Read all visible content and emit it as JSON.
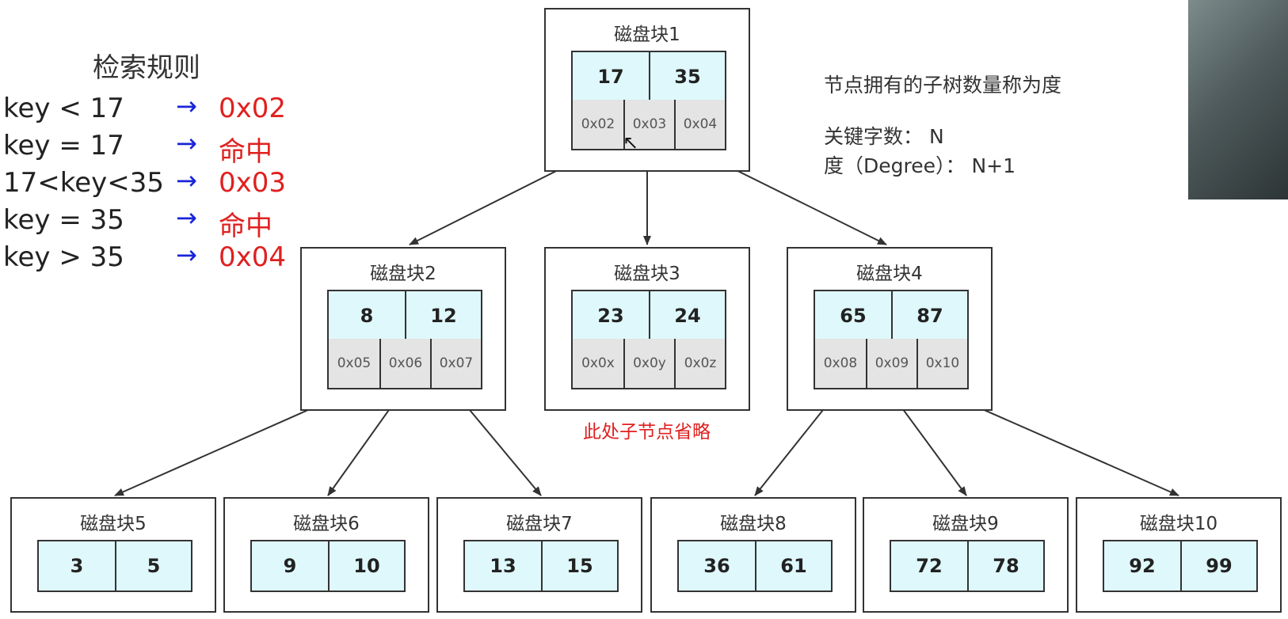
{
  "rules": {
    "title": "检索规则",
    "items": [
      {
        "cond": "key < 17",
        "arrow": "→",
        "result": "0x02"
      },
      {
        "cond": "key = 17",
        "arrow": "→",
        "result": "命中"
      },
      {
        "cond": "17<key<35",
        "arrow": "→",
        "result": "0x03"
      },
      {
        "cond": "key = 35",
        "arrow": "→",
        "result": "命中"
      },
      {
        "cond": "key > 35",
        "arrow": "→",
        "result": "0x04"
      }
    ]
  },
  "notes": {
    "line1": "节点拥有的子树数量称为度",
    "line2": "关键字数： N",
    "line3": "度（Degree）： N+1"
  },
  "omitted_label": "此处子节点省略",
  "blocks": [
    {
      "title": "磁盘块1",
      "keys": [
        "17",
        "35"
      ],
      "pointers": [
        "0x02",
        "0x03",
        "0x04"
      ]
    },
    {
      "title": "磁盘块2",
      "keys": [
        "8",
        "12"
      ],
      "pointers": [
        "0x05",
        "0x06",
        "0x07"
      ]
    },
    {
      "title": "磁盘块3",
      "keys": [
        "23",
        "24"
      ],
      "pointers": [
        "0x0x",
        "0x0y",
        "0x0z"
      ]
    },
    {
      "title": "磁盘块4",
      "keys": [
        "65",
        "87"
      ],
      "pointers": [
        "0x08",
        "0x09",
        "0x10"
      ]
    },
    {
      "title": "磁盘块5",
      "keys": [
        "3",
        "5"
      ],
      "pointers": []
    },
    {
      "title": "磁盘块6",
      "keys": [
        "9",
        "10"
      ],
      "pointers": []
    },
    {
      "title": "磁盘块7",
      "keys": [
        "13",
        "15"
      ],
      "pointers": []
    },
    {
      "title": "磁盘块8",
      "keys": [
        "36",
        "61"
      ],
      "pointers": []
    },
    {
      "title": "磁盘块9",
      "keys": [
        "72",
        "78"
      ],
      "pointers": []
    },
    {
      "title": "磁盘块10",
      "keys": [
        "92",
        "99"
      ],
      "pointers": []
    }
  ],
  "colors": {
    "key_fill": "#dff8fb",
    "pointer_fill": "#e4e4e4",
    "arrow_blue": "#1a24d8",
    "result_red": "#e02020"
  }
}
